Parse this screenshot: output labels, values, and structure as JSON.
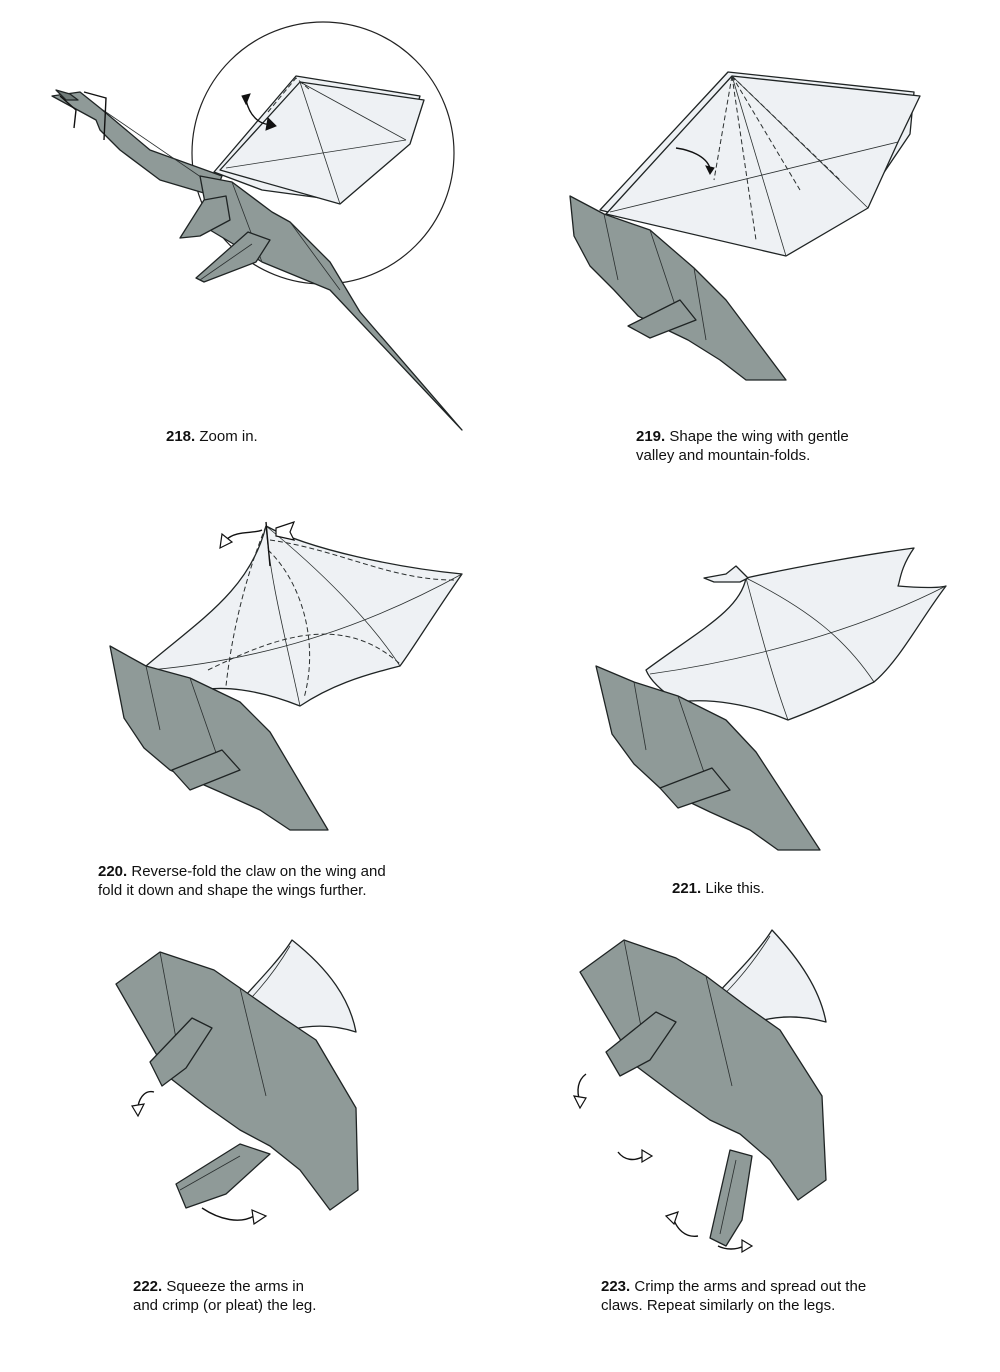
{
  "steps": [
    {
      "number": "218.",
      "lines": [
        "Zoom in."
      ]
    },
    {
      "number": "219.",
      "lines": [
        "Shape the wing with gentle",
        "valley and mountain-folds."
      ]
    },
    {
      "number": "220.",
      "lines": [
        "Reverse-fold the claw on the wing and",
        "fold it down and shape the wings further."
      ]
    },
    {
      "number": "221.",
      "lines": [
        "Like this."
      ]
    },
    {
      "number": "222.",
      "lines": [
        "Squeeze the arms in",
        "and crimp (or pleat) the leg."
      ]
    },
    {
      "number": "223.",
      "lines": [
        "Crimp the arms and spread out the",
        "claws. Repeat similarly on the legs."
      ]
    }
  ],
  "colors": {
    "paper": "#8f9a98",
    "wing": "#eef1f4",
    "outline": "#1f2424"
  }
}
